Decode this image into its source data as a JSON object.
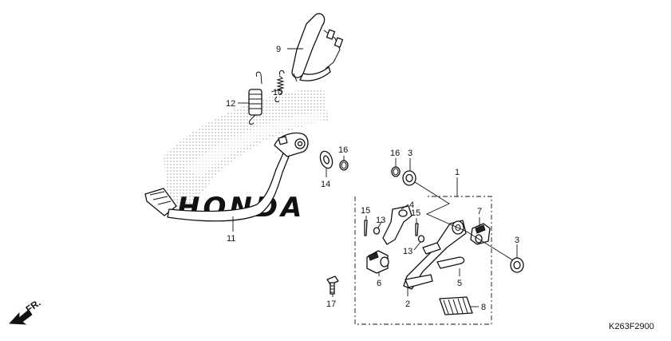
{
  "diagram": {
    "code": "K263F2900",
    "direction_label": "FR.",
    "watermark_text": "HONDA",
    "callouts": {
      "c1": "1",
      "c2": "2",
      "c3a": "3",
      "c3b": "3",
      "c4": "4",
      "c5": "5",
      "c6": "6",
      "c7": "7",
      "c8": "8",
      "c9": "9",
      "c10": "10",
      "c11": "11",
      "c12": "12",
      "c13a": "13",
      "c13b": "13",
      "c14": "14",
      "c15a": "15",
      "c15b": "15",
      "c16a": "16",
      "c16b": "16",
      "c17": "17"
    }
  }
}
